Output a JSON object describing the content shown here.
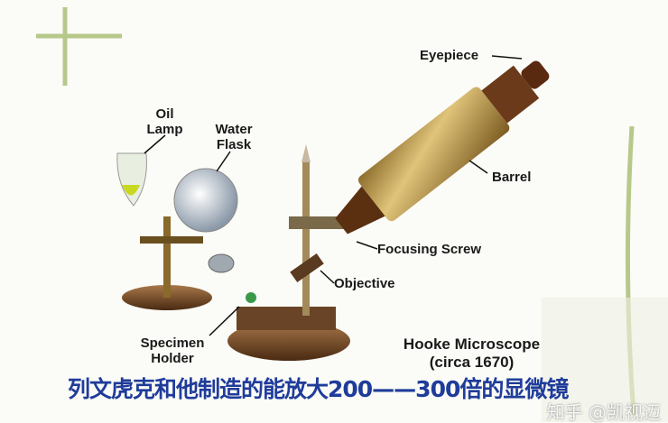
{
  "labels": {
    "eyepiece": "Eyepiece",
    "oil_lamp_1": "Oil",
    "oil_lamp_2": "Lamp",
    "water_flask_1": "Water",
    "water_flask_2": "Flask",
    "barrel": "Barrel",
    "focusing_screw": "Focusing Screw",
    "objective": "Objective",
    "specimen_holder_1": "Specimen",
    "specimen_holder_2": "Holder",
    "title_1": "Hooke Microscope",
    "title_2": "(circa 1670)"
  },
  "caption": "列文虎克和他制造的能放大200——300倍的显微镜",
  "watermark": "知乎 @凯视迈",
  "colors": {
    "caption": "#1f3c9a",
    "barrel": "#b8913a",
    "wood": "#7a4a26",
    "decor_green": "#b7c98a"
  }
}
